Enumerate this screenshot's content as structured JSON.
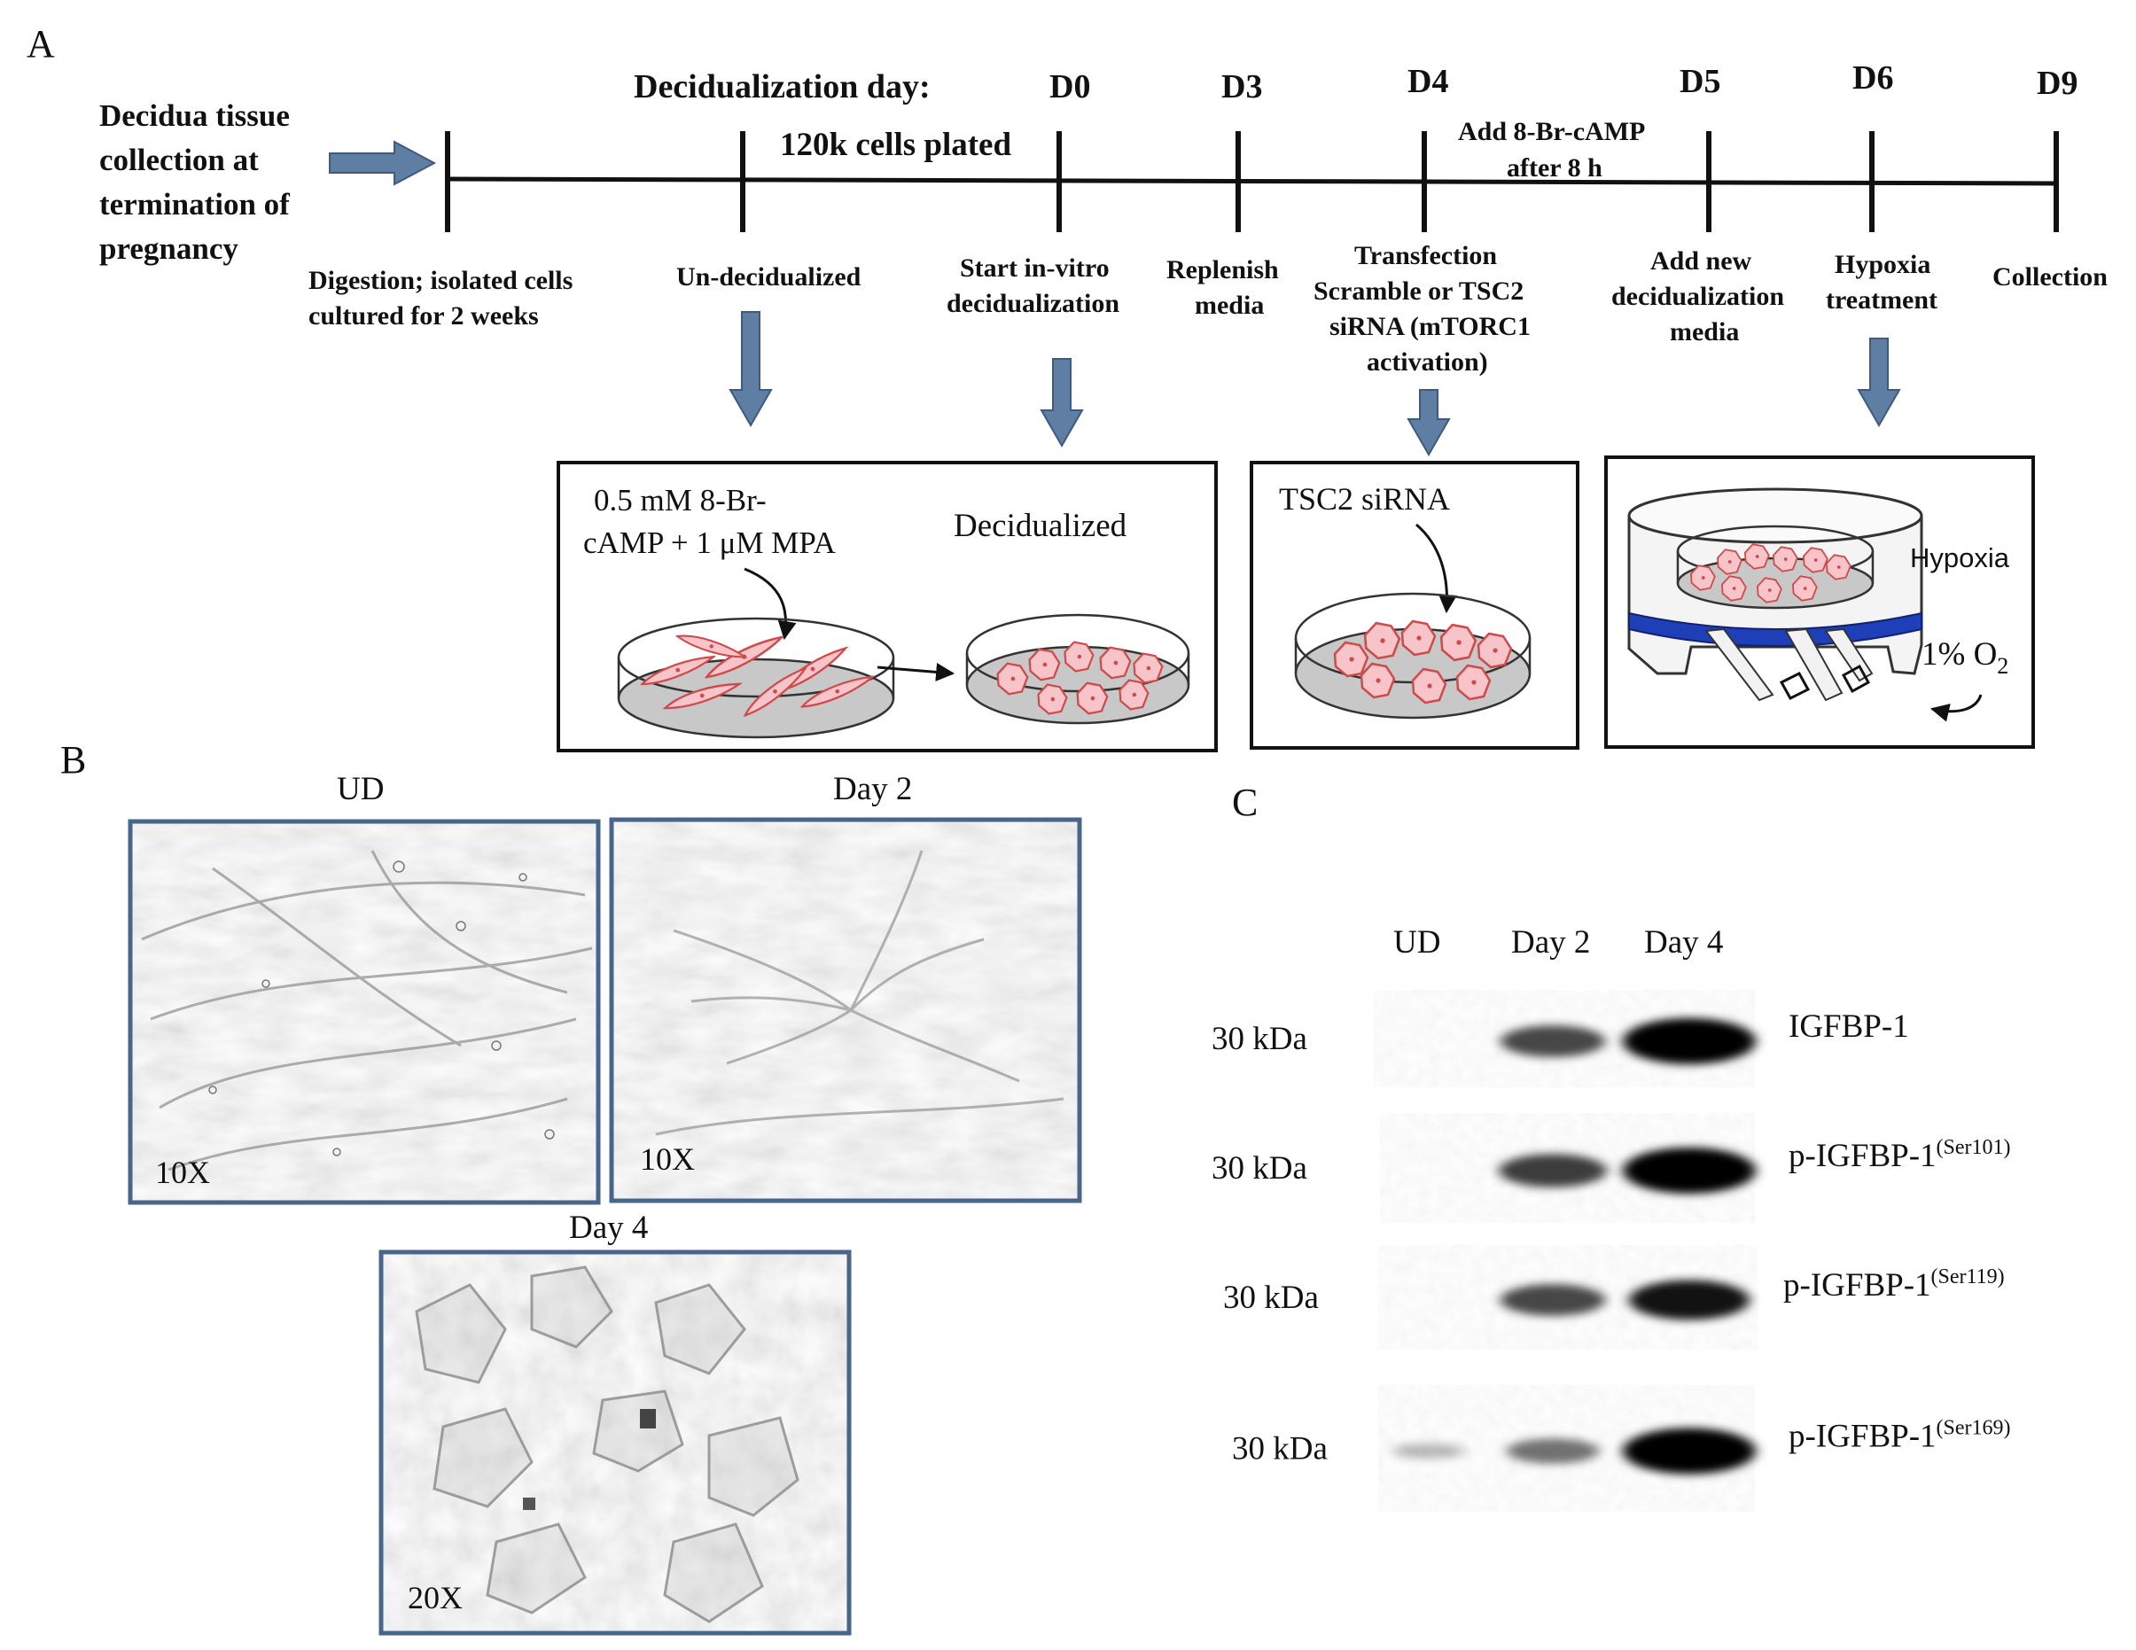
{
  "panels": {
    "a": "A",
    "b": "B",
    "c": "C"
  },
  "timeline": {
    "left_block": [
      "Decidua tissue",
      "collection at",
      "termination of",
      "pregnancy"
    ],
    "day_heading": "Decidualization day:",
    "plated_note": "120k cells plated",
    "cAMP_note": [
      "Add 8-Br-cAMP",
      "after 8 h"
    ],
    "day_labels": [
      "D0",
      "D3",
      "D4",
      "D5",
      "D6",
      "D9"
    ],
    "below": {
      "digestion": [
        "Digestion; isolated cells",
        "cultured for 2 weeks"
      ],
      "undec": [
        "Un-decidualized"
      ],
      "start": [
        "Start in-vitro",
        "decidualization"
      ],
      "replenish": [
        "Replenish",
        "media"
      ],
      "transfection": [
        "Transfection",
        "Scramble or TSC2",
        "siRNA (mTORC1",
        "activation)"
      ],
      "add_new": [
        "Add new",
        "decidualization",
        "media"
      ],
      "hypoxia_tx": [
        "Hypoxia",
        "treatment"
      ],
      "collection": [
        "Collection"
      ]
    }
  },
  "boxes": {
    "decid": {
      "treatment": [
        "0.5 mM 8-Br-",
        "cAMP + 1 μM MPA"
      ],
      "label": "Decidualized"
    },
    "tsc2": {
      "label": "TSC2 siRNA"
    },
    "hypoxia": {
      "label": "Hypoxia",
      "o2": "1% O",
      "o2_sub": "2"
    }
  },
  "micrographs": {
    "ud": {
      "title": "UD",
      "mag": "10X"
    },
    "day2": {
      "title": "Day 2",
      "mag": "10X"
    },
    "day4": {
      "title": "Day 4",
      "mag": "20X"
    }
  },
  "blot": {
    "lanes": [
      "UD",
      "Day 2",
      "Day 4"
    ],
    "rows": [
      {
        "mw": "30 kDa",
        "protein": "IGFBP-1",
        "sup": ""
      },
      {
        "mw": "30 kDa",
        "protein": "p-IGFBP-1",
        "sup": "(Ser101)"
      },
      {
        "mw": "30 kDa",
        "protein": "p-IGFBP-1",
        "sup": "(Ser119)"
      },
      {
        "mw": "30 kDa",
        "protein": "p-IGFBP-1",
        "sup": "(Ser169)"
      }
    ],
    "intensity": [
      [
        0.0,
        0.55,
        1.0
      ],
      [
        0.0,
        0.6,
        1.0
      ],
      [
        0.0,
        0.55,
        0.8
      ],
      [
        0.03,
        0.35,
        1.0
      ]
    ]
  },
  "colors": {
    "arrow": "#5f7ea3",
    "cell_fill": "#f6c4c9",
    "cell_stroke": "#d04a4a",
    "frame": "#48658c",
    "dish": "#c8c8c8"
  }
}
